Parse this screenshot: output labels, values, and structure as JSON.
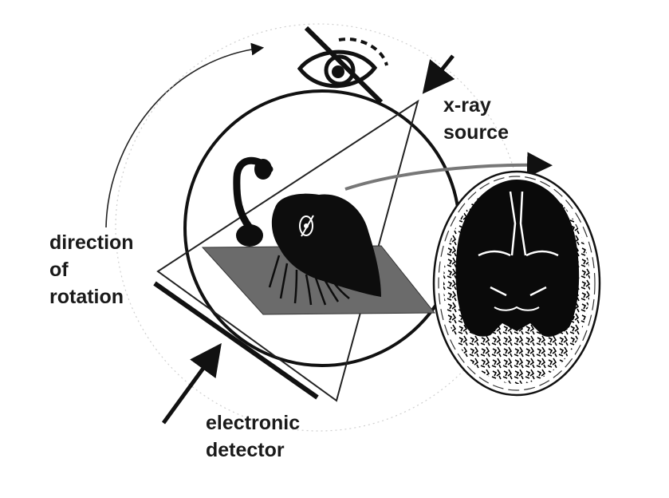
{
  "labels": {
    "xray_source": [
      "x-ray",
      "source"
    ],
    "direction_of_rotation": [
      "direction",
      "of",
      "rotation"
    ],
    "electronic_detector": [
      "electronic",
      "detector"
    ]
  },
  "colors": {
    "ink": "#111111",
    "table_gray": "#6b6b6b",
    "beam_line": "#222222"
  },
  "icons": [
    "eye-icon",
    "patient-silhouette-icon",
    "brain-ct-slice"
  ]
}
